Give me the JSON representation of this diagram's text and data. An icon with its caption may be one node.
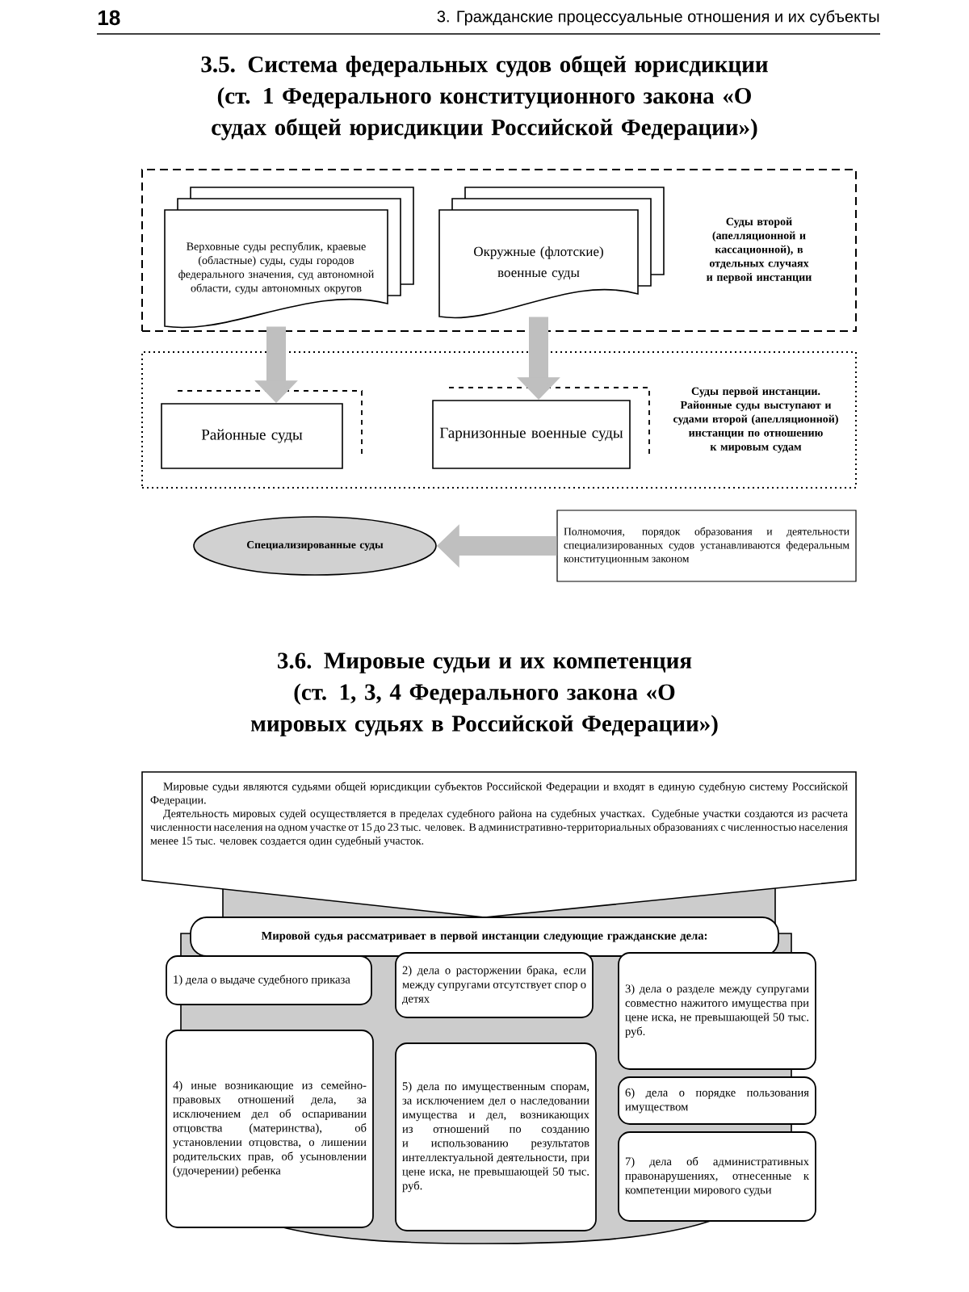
{
  "diagram": {
    "title": "3.5. Система федеральных судов общей юрисдикции (ст. 1 Федерального конституционного закона «О судах общей юрисдикции Российской Федерации»)",
    "nodes": [
      {
        "text": [
          "Суды второй (апелляционной и кассационной), в отдельных случаях и первой инстанции"
        ]
      },
      {
        "text": [
          "Верховные суды республик, краевые (областные) суды, суды городов федерального значения, суд автономной области, суды автономных округов"
        ],
        "in": 0
      },
      {
        "text": [
          "Окружные (флотские) военные суды"
        ],
        "in": 0
      },
      {
        "text": [
          "Суды первой инстанции. Районные суды выступают и судами второй (апелляционной) инстанции по отношению к мировым судам"
        ]
      },
      {
        "text": [
          "Районные суды"
        ],
        "in": 3
      },
      {
        "text": [
          "Гарнизонные военные суды"
        ],
        "in": 3
      },
      {
        "text": [
          "Специализированные суды"
        ]
      },
      {
        "text": [
          "Полномочия, порядок образования и деятельности специализированных судов устанавливаются федеральным конституционным законом"
        ]
      },
      {
        "text": [
          "Мировые судьи являются судьями общей юрисдикции субъектов Российской Федерации и входят в единую судебную систему Российской Федерации.",
          "Деятельность мировых судей осуществляется в пределах судебного района на судебных участках. Судебные участки создаются из расчета численности населения на одном участке от 15 до 23 тыс. человек. В административно-территориальных образованиях с численностью населения менее 15 тыс. человек создается один судебный участок."
        ]
      },
      {
        "text": [
          "Мировой судья рассматривает в первой инстанции следующие гражданские дела:"
        ]
      },
      {
        "text": [
          "1) дела о выдаче судебного приказа"
        ]
      },
      {
        "text": [
          "2) дела о расторжении брака, если между супругами отсутствует спор о детях"
        ]
      },
      {
        "text": [
          "3) дела о разделе между супругами совместно нажитого имущества при цене иска, не превышающей 50 тыс. руб."
        ]
      },
      {
        "text": [
          "4) иные возникающие из семейно-правовых отношений дела, за исключением дел об оспаривании отцовства (материнства), об установлении отцовства, о лишении родительских прав, об усыновлении (удочерении) ребенка"
        ]
      },
      {
        "text": [
          "5) дела по имущественным спорам, за исключением дел о наследовании имущества и дел, возникающих из отношений по созданию и использованию результатов интеллектуальной деятельности, при цене иска, не превышающей 50 тыс. руб."
        ]
      },
      {
        "text": [
          "6) дела о порядке пользования имуществом"
        ]
      },
      {
        "text": [
          "7) дела об административных правонарушениях, отнесенные к компетенции мирового судьи"
        ]
      }
    ],
    "edges": [
      {
        "from": 1,
        "to": 4,
        "arrow": "to"
      },
      {
        "from": 2,
        "to": 5,
        "arrow": "to"
      },
      {
        "from": 7,
        "to": 6,
        "arrow": "to"
      }
    ],
    "labels": [
      "18",
      "3. Гражданские процессуальные отношения и их субъекты",
      "3.6. Мировые судьи и их компетенция (ст. 1, 3, 4 Федерального закона «О мировых судьях в Российской Федерации»)"
    ]
  }
}
